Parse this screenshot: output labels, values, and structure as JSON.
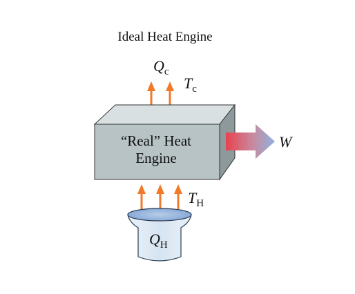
{
  "diagram": {
    "title": "Ideal Heat Engine",
    "engine": {
      "line1": "“Real” Heat",
      "line2": "Engine"
    },
    "cold": {
      "symbol": "Q",
      "subscript": "c",
      "temp_symbol": "T",
      "temp_subscript": "c"
    },
    "hot": {
      "symbol": "Q",
      "subscript": "H",
      "temp_symbol": "T",
      "temp_subscript": "H"
    },
    "work": {
      "symbol": "W"
    },
    "colors": {
      "heat_arrow": "#f07a2a",
      "box_front": "#b9c4c7",
      "box_top": "#d6dedf",
      "box_side": "#8f9a9d",
      "reservoir": "#dde9f4",
      "reservoir_top": "#8fb1d8",
      "work_arrow_start": "#e8424f",
      "work_arrow_end": "#8fb3de"
    }
  }
}
